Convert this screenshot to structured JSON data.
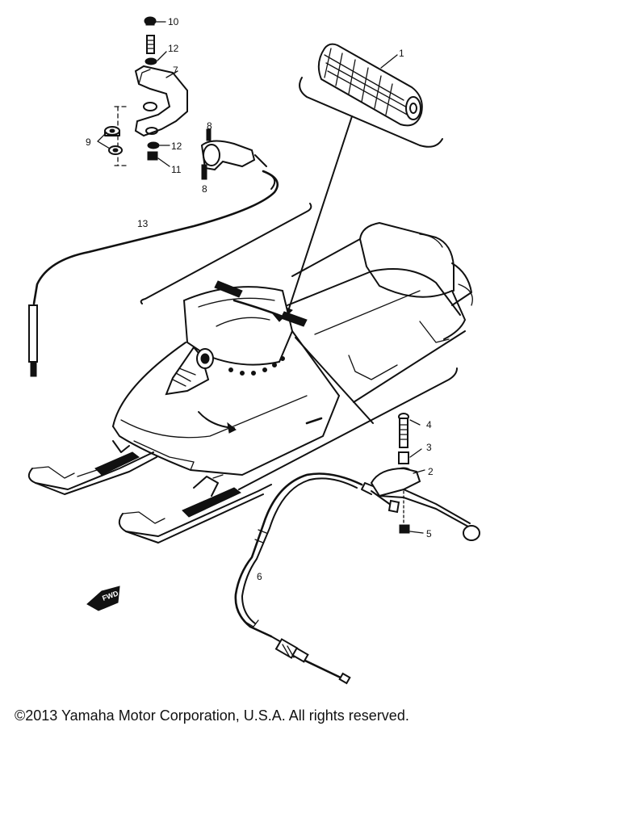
{
  "diagram": {
    "callouts": {
      "p1": "1",
      "p2": "2",
      "p3": "3",
      "p4": "4",
      "p5": "5",
      "p6": "6",
      "p7": "7",
      "p8a": "8",
      "p8b": "8",
      "p9": "9",
      "p10": "10",
      "p11": "11",
      "p12a": "12",
      "p12b": "12",
      "p13": "13"
    },
    "fwd_label": "FWD"
  },
  "footer": {
    "copyright": "©2013 Yamaha Motor Corporation, U.S.A. All rights reserved."
  }
}
